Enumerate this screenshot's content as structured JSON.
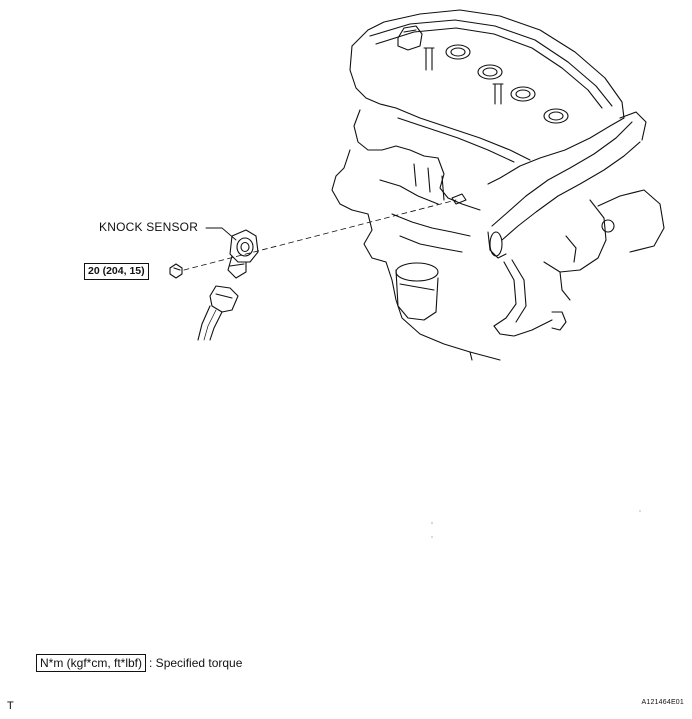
{
  "labels": {
    "knock_sensor": "KNOCK SENSOR",
    "torque_value": "20 (204, 15)"
  },
  "legend": {
    "unit_box": "N*m (kgf*cm, ft*lbf)",
    "description": ": Specified torque"
  },
  "footer": {
    "left_mark": "T",
    "figure_code": "A121464E01"
  }
}
